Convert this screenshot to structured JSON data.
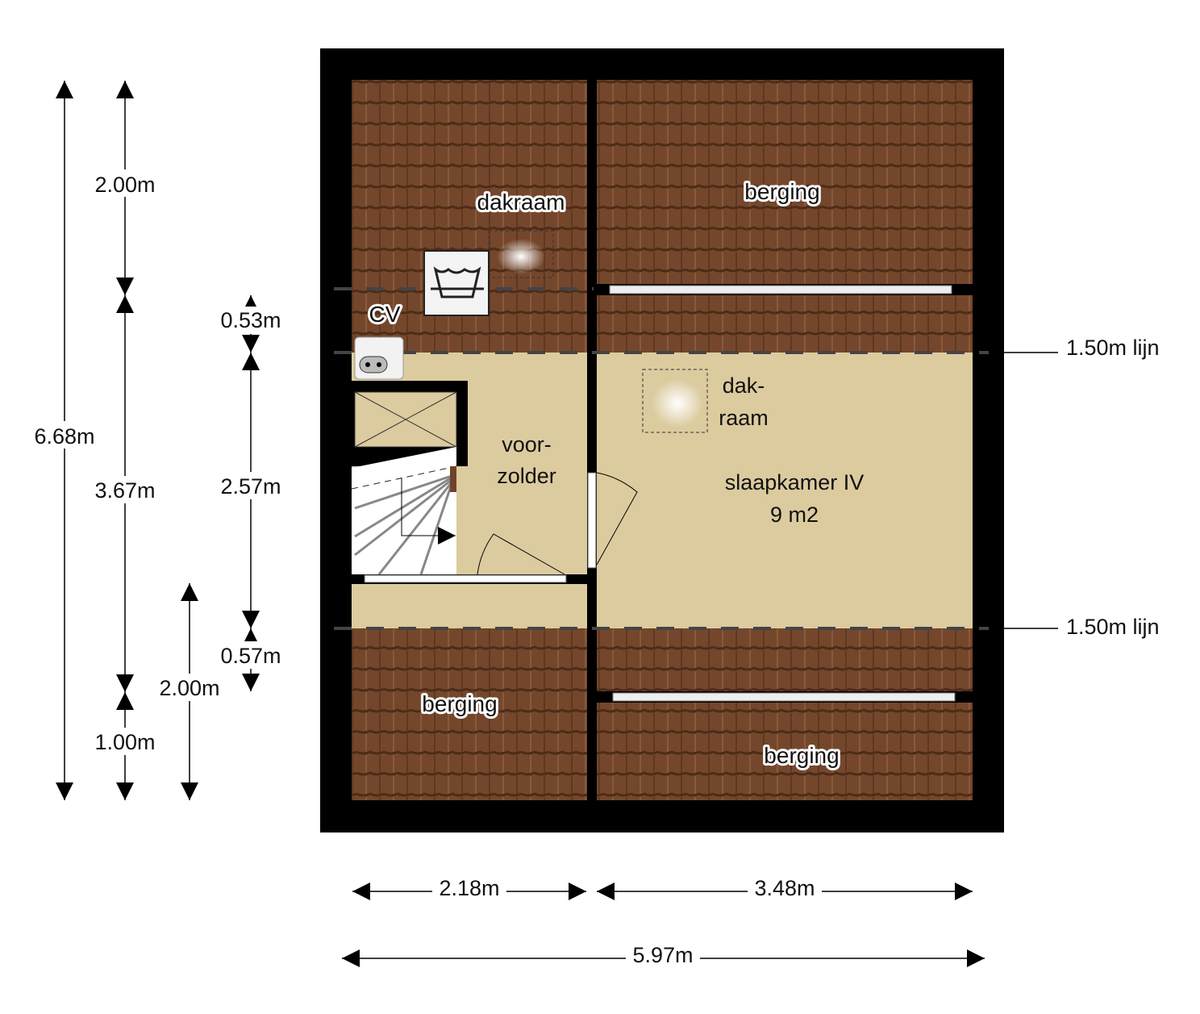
{
  "rooms": {
    "dakraam_top": "dakraam",
    "berging_top": "berging",
    "cv": "CV",
    "dakraam_right_1": "dak-",
    "dakraam_right_2": "raam",
    "voorzolder_1": "voor-",
    "voorzolder_2": "zolder",
    "slaapkamer_name": "slaapkamer IV",
    "slaapkamer_area": "9 m2",
    "berging_bottom_left": "berging",
    "berging_bottom_right": "berging"
  },
  "dimensions": {
    "total_height": "6.68m",
    "top_2m": "2.00m",
    "mid_367": "3.67m",
    "bottom_1m": "1.00m",
    "d053": "0.53m",
    "d257": "2.57m",
    "d057": "0.57m",
    "lower_2m": "2.00m",
    "width_left": "2.18m",
    "width_right": "3.48m",
    "total_width": "5.97m"
  },
  "lines": {
    "line_top": "1.50m lijn",
    "line_bottom": "1.50m lijn"
  },
  "colors": {
    "roof": "#6e4329",
    "floor": "#dccb9f",
    "wall": "#000000"
  }
}
